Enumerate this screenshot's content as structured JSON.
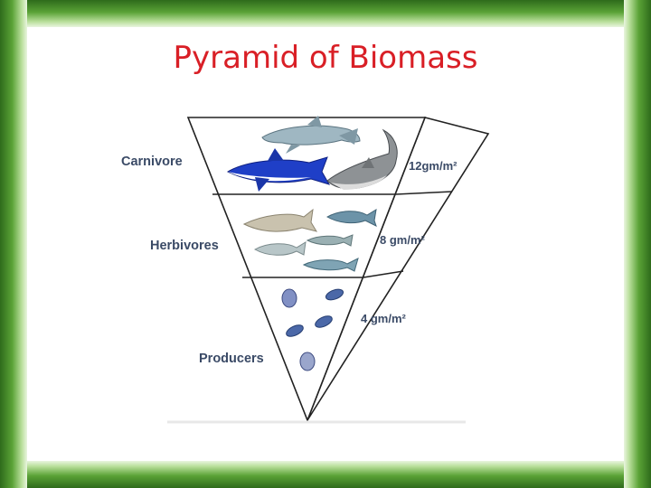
{
  "slide": {
    "title": "Pyramid of Biomass"
  },
  "pyramid": {
    "levels": [
      {
        "label": "Carnivore",
        "biomass": "12gm/m²"
      },
      {
        "label": "Herbivores",
        "biomass": "8 gm/m²"
      },
      {
        "label": "Producers",
        "biomass": "4 gm/m²"
      }
    ]
  },
  "colors": {
    "title": "#d91f26",
    "frame": "#3f8a25",
    "label": "#3a4a66"
  }
}
